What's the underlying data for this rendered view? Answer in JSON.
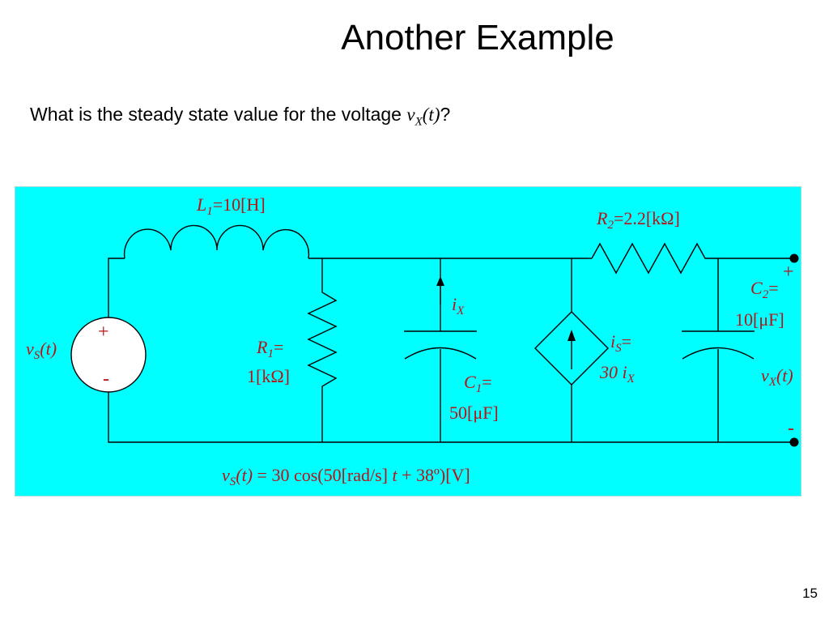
{
  "slide": {
    "title": "Another Example",
    "question_text": "What is the steady state value for the voltage ",
    "question_var": "v",
    "question_sub": "X",
    "question_arg": "(t)",
    "question_end": "?",
    "page_number": "15"
  },
  "circuit": {
    "L1": {
      "sym": "L",
      "sub": "1",
      "value": "=10[H]"
    },
    "R2": {
      "sym": "R",
      "sub": "2",
      "value": "=2.2[kΩ]"
    },
    "R1": {
      "sym": "R",
      "sub": "1",
      "eq": "=",
      "value": "1[kΩ]"
    },
    "C1": {
      "sym": "C",
      "sub": "1",
      "eq": "=",
      "value": "50[μF]"
    },
    "C2": {
      "sym": "C",
      "sub": "2",
      "eq": "=",
      "value": "10[μF]"
    },
    "iX": {
      "sym": "i",
      "sub": "X"
    },
    "iS": {
      "sym": "i",
      "sub": "S",
      "eq": "=",
      "coef": "30 ",
      "dep_sym": "i",
      "dep_sub": "X"
    },
    "vS": {
      "sym": "v",
      "sub": "S",
      "arg": "(t)"
    },
    "vX": {
      "sym": "v",
      "sub": "X",
      "arg": "(t)"
    },
    "source_plus": "+",
    "source_minus": "-",
    "out_plus": "+",
    "out_minus": "-",
    "equation": {
      "sym": "v",
      "sub": "S",
      "arg": "(t)",
      "rest": " = 30 cos(50[rad/s] ",
      "t": "t",
      "tail": " + 38º)[V]"
    }
  },
  "colors": {
    "background": "#00ffff",
    "label": "#b81418",
    "wire": "#000000"
  }
}
